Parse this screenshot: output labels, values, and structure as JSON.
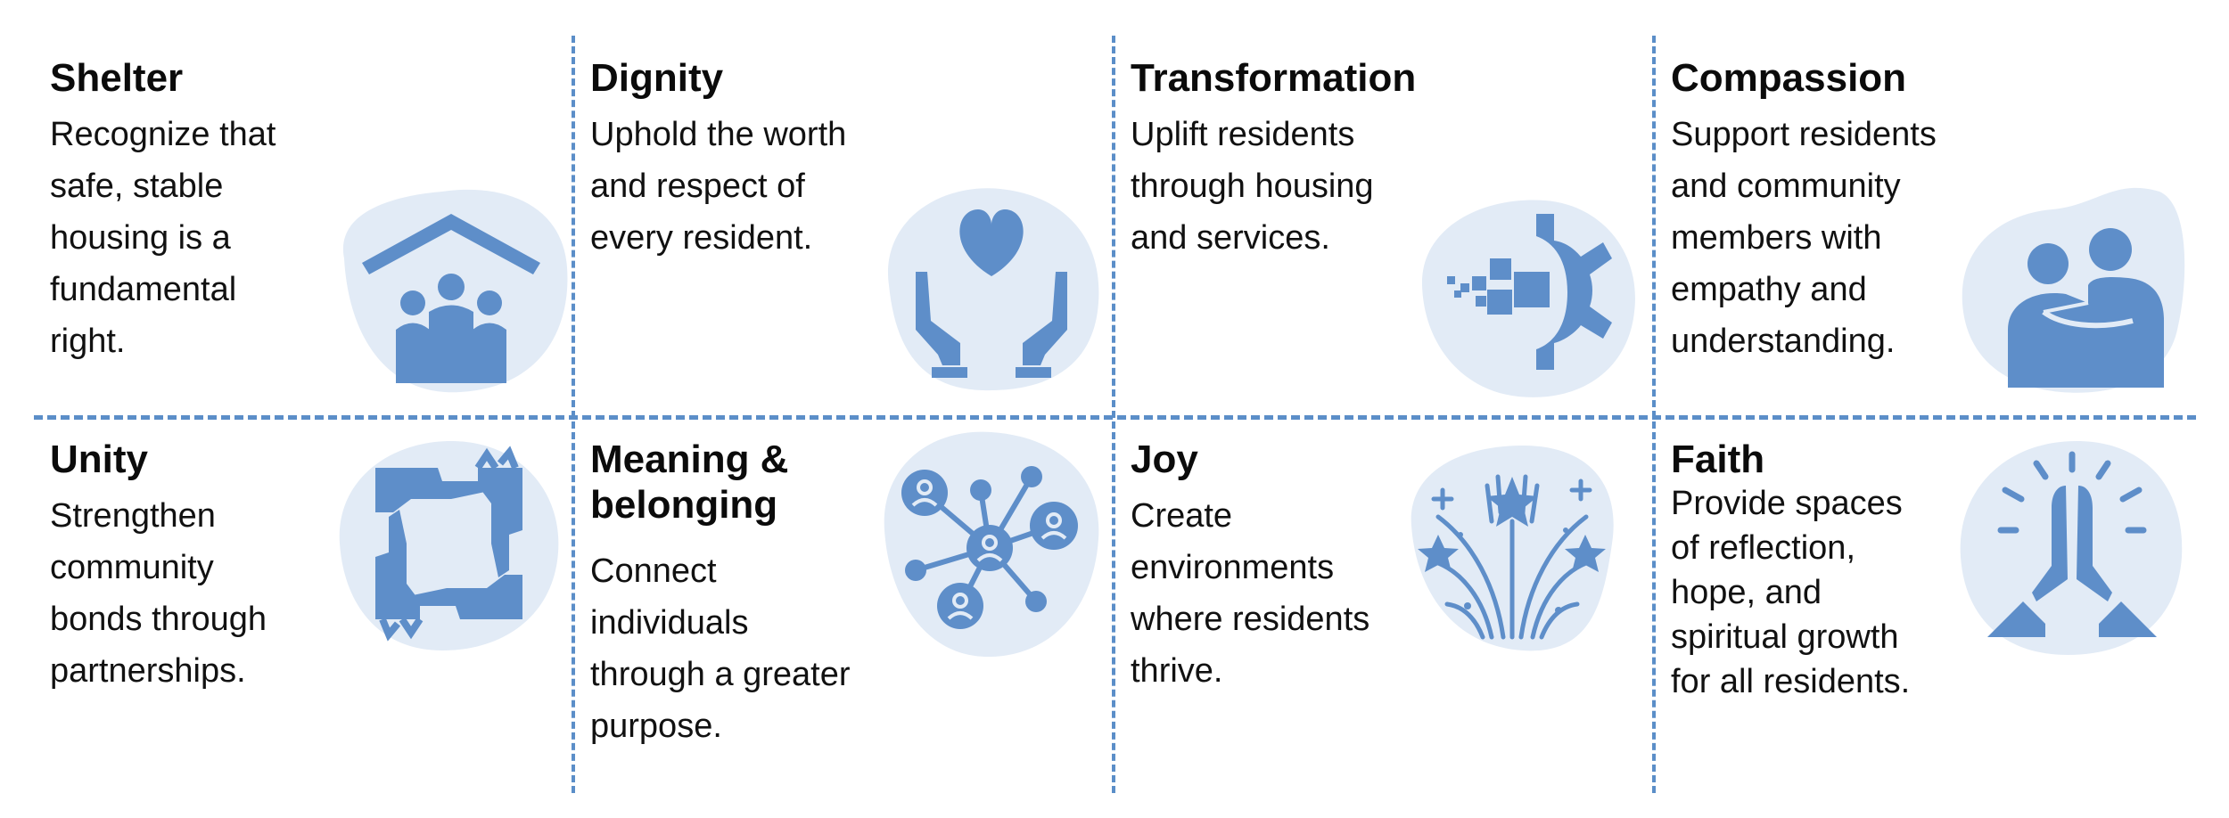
{
  "colors": {
    "accent": "#5b8ec8",
    "blob": "#e2ebf6",
    "icon": "#5e8ec9",
    "text": "#111111"
  },
  "values": [
    {
      "title": "Shelter",
      "description": [
        "Recognize that",
        "safe, stable",
        "housing is a",
        "fundamental",
        "right."
      ],
      "icon": "house-family-icon"
    },
    {
      "title": "Dignity",
      "description": [
        "Uphold the worth",
        "and respect of",
        "every resident."
      ],
      "icon": "hands-heart-icon"
    },
    {
      "title": "Transformation",
      "description": [
        "Uplift residents",
        "through housing",
        "and services."
      ],
      "icon": "transformation-gear-icon"
    },
    {
      "title": "Compassion",
      "description": [
        "Support residents",
        "and community",
        "members with",
        "empathy and",
        "understanding."
      ],
      "icon": "embrace-icon"
    },
    {
      "title": "Unity",
      "description": [
        "Strengthen",
        "community",
        "bonds through",
        "partnerships."
      ],
      "icon": "joined-hands-icon"
    },
    {
      "title": [
        "Meaning &",
        "belonging"
      ],
      "description": [
        "Connect",
        "individuals",
        "through a greater",
        "purpose."
      ],
      "icon": "network-people-icon"
    },
    {
      "title": "Joy",
      "description": [
        "Create",
        "environments",
        "where residents",
        "thrive."
      ],
      "icon": "fireworks-icon"
    },
    {
      "title": "Faith",
      "description": [
        "Provide spaces",
        "of reflection,",
        "hope, and",
        "spiritual growth",
        "for all residents."
      ],
      "icon": "praying-hands-icon"
    }
  ]
}
